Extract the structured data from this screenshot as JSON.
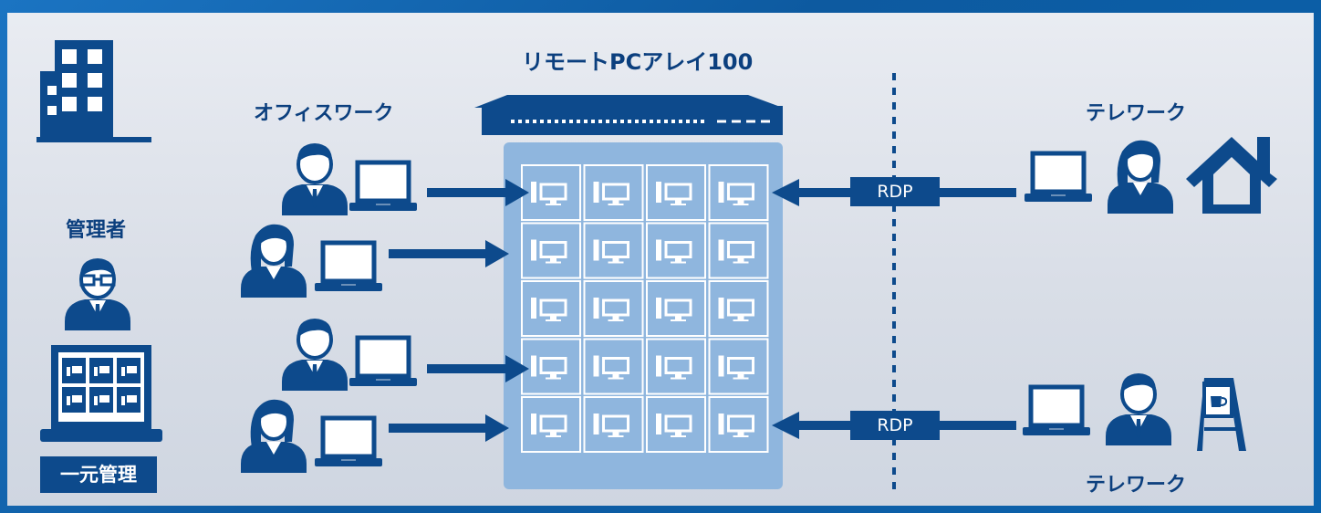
{
  "labels": {
    "array": "リモートPCアレイ100",
    "office": "オフィスワーク",
    "telework_top": "テレワーク",
    "telework_bottom": "テレワーク",
    "admin": "管理者",
    "central": "一元管理",
    "rdp_top": "RDP",
    "rdp_bottom": "RDP"
  },
  "colors": {
    "navy": "#0d4a8c",
    "array_blue": "#8fb6de",
    "frame": "#1a70bd",
    "panel": "#dfe3ea"
  },
  "icons": [
    "building-icon",
    "admin-person-icon",
    "monitor-laptop-icon",
    "server-rack-icon",
    "person-male-icon",
    "person-female-icon",
    "laptop-icon",
    "house-icon",
    "cafe-sign-icon",
    "pc-icon"
  ]
}
